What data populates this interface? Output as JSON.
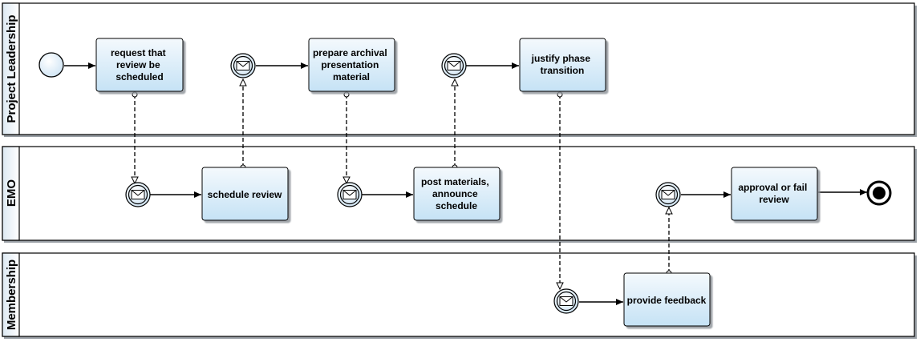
{
  "lanes": [
    {
      "id": "project-leadership",
      "label": "Project Leadership"
    },
    {
      "id": "emo",
      "label": "EMO"
    },
    {
      "id": "membership",
      "label": "Membership"
    }
  ],
  "tasks": {
    "request_review": {
      "lines": [
        "request that",
        "review be",
        "scheduled"
      ]
    },
    "prepare_archival": {
      "lines": [
        "prepare archival",
        "presentation",
        "material"
      ]
    },
    "justify_phase": {
      "lines": [
        "justify phase",
        "transition"
      ]
    },
    "schedule_review": {
      "lines": [
        "schedule review"
      ]
    },
    "post_materials": {
      "lines": [
        "post materials,",
        "announce",
        "schedule"
      ]
    },
    "approval": {
      "lines": [
        "approval or fail",
        "review"
      ]
    },
    "provide_feedback": {
      "lines": [
        "provide feedback"
      ]
    }
  },
  "events": {
    "start": "start-event",
    "end": "end-event",
    "message_icon": "envelope-icon"
  },
  "colors": {
    "task_top": "#f4f9fd",
    "task_bottom": "#c5e2f5",
    "lane_bg": "#ffffff",
    "lane_border": "#000000",
    "header_top": "#ffffff",
    "header_bottom": "#dde9f3",
    "shadow": "#9aa0a6",
    "event_fill": "#e6f1fa"
  }
}
